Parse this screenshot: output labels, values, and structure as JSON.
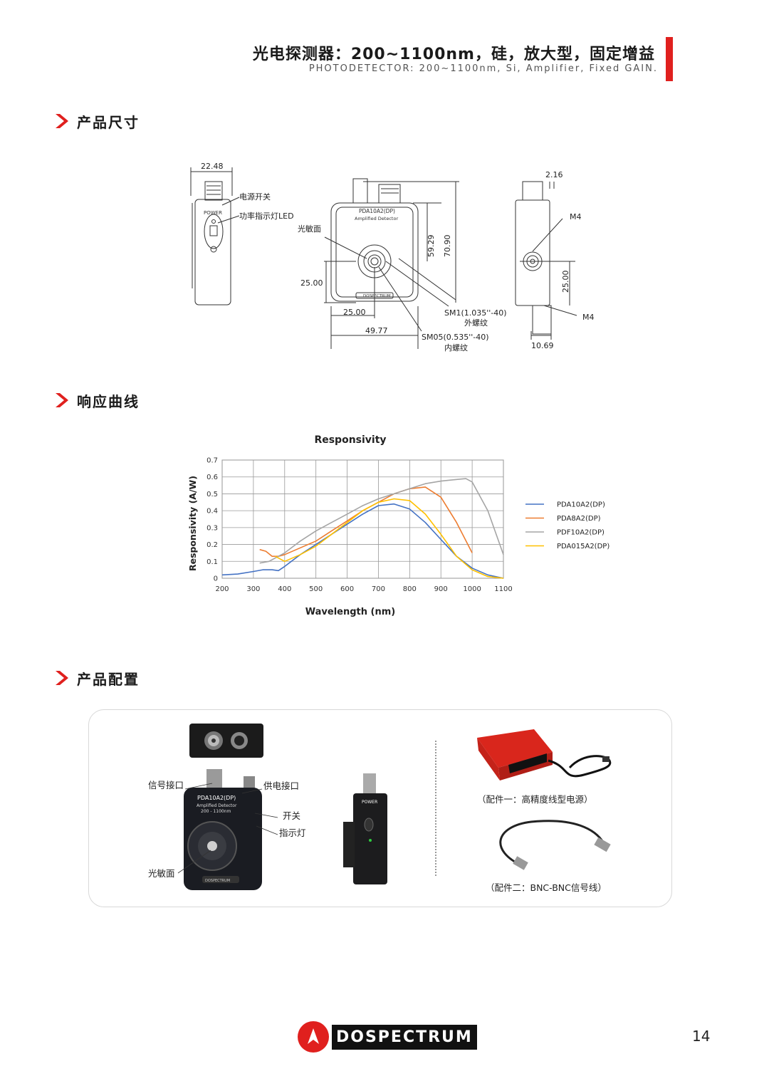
{
  "header": {
    "title_cn": "光电探测器：200~1100nm，硅，放大型，固定增益",
    "subtitle_en": "PHOTODETECTOR: 200~1100nm, Si, Amplifier, Fixed GAIN.",
    "accent_color": "#e0201e"
  },
  "sections": {
    "dimensions": "产品尺寸",
    "response": "响应曲线",
    "config": "产品配置"
  },
  "drawing": {
    "dim_width_side": "22.48",
    "label_power_switch": "电源开关",
    "label_led": "功率指示灯LED",
    "label_power_text": "POWER",
    "label_sensor": "光敏面",
    "front_model": "PDA10A2(DP)",
    "front_subtitle": "Amplified Detector",
    "front_brand": "DOSPECTRUM",
    "dim_59": "59.29",
    "dim_70": "70.90",
    "dim_25_v": "25.00",
    "dim_25_h": "25.00",
    "dim_49": "49.77",
    "thread_sm1": "SM1(1.035''-40)",
    "thread_sm1_type": "外螺纹",
    "thread_sm05": "SM05(0.535''-40)",
    "thread_sm05_type": "内螺纹",
    "dim_216": "2.16",
    "label_m4_top": "M4",
    "label_m4_bottom": "M4",
    "dim_25_right": "25.00",
    "dim_1069": "10.69"
  },
  "chart_data": {
    "type": "line",
    "title": "Responsivity",
    "xlabel": "Wavelength (nm)",
    "ylabel": "Responsivity (A/W)",
    "xlim": [
      200,
      1100
    ],
    "ylim": [
      0,
      0.7
    ],
    "x_ticks": [
      "200",
      "300",
      "400",
      "500",
      "600",
      "700",
      "800",
      "900",
      "1000",
      "1100"
    ],
    "y_ticks": [
      "0",
      "0.1",
      "0.2",
      "0.3",
      "0.4",
      "0.5",
      "0.6",
      "0.7"
    ],
    "grid": true,
    "legend_position": "right",
    "series": [
      {
        "name": "PDA10A2(DP)",
        "color": "#4472c4",
        "x": [
          200,
          250,
          300,
          330,
          360,
          380,
          400,
          450,
          500,
          550,
          600,
          650,
          700,
          750,
          800,
          850,
          900,
          950,
          1000,
          1050,
          1100
        ],
        "y": [
          0.02,
          0.025,
          0.04,
          0.05,
          0.05,
          0.045,
          0.07,
          0.14,
          0.2,
          0.26,
          0.32,
          0.38,
          0.43,
          0.44,
          0.41,
          0.33,
          0.23,
          0.13,
          0.06,
          0.02,
          0.0
        ]
      },
      {
        "name": "PDA8A2(DP)",
        "color": "#ed7d31",
        "x": [
          320,
          340,
          360,
          380,
          400,
          450,
          500,
          550,
          600,
          650,
          700,
          750,
          800,
          850,
          900,
          950,
          1000
        ],
        "y": [
          0.17,
          0.16,
          0.13,
          0.13,
          0.14,
          0.18,
          0.22,
          0.28,
          0.34,
          0.4,
          0.45,
          0.5,
          0.53,
          0.54,
          0.48,
          0.33,
          0.15
        ]
      },
      {
        "name": "PDF10A2(DP)",
        "color": "#a5a5a5",
        "x": [
          320,
          350,
          400,
          450,
          500,
          550,
          600,
          650,
          700,
          750,
          800,
          850,
          900,
          950,
          980,
          1000,
          1050,
          1100
        ],
        "y": [
          0.09,
          0.1,
          0.15,
          0.22,
          0.28,
          0.33,
          0.38,
          0.43,
          0.47,
          0.5,
          0.53,
          0.56,
          0.575,
          0.585,
          0.59,
          0.57,
          0.4,
          0.14
        ]
      },
      {
        "name": "PDA015A2(DP)",
        "color": "#ffc000",
        "x": [
          370,
          400,
          450,
          500,
          550,
          600,
          650,
          700,
          750,
          800,
          850,
          900,
          950,
          1000,
          1050,
          1100
        ],
        "y": [
          0.13,
          0.1,
          0.14,
          0.19,
          0.26,
          0.33,
          0.4,
          0.45,
          0.47,
          0.46,
          0.38,
          0.26,
          0.13,
          0.05,
          0.01,
          0.0
        ]
      }
    ]
  },
  "config": {
    "label_signal": "信号接口",
    "label_supply": "供电接口",
    "label_switch": "开关",
    "label_indicator": "指示灯",
    "label_sensor": "光敏面",
    "device_model": "PDA10A2(DP)",
    "device_subtitle": "Amplified Detector",
    "device_range": "200 - 1100nm",
    "device_brand": "DOSPECTRUM",
    "side_power": "POWER",
    "accessory1": "（配件一：高精度线型电源）",
    "accessory2": "（配件二：BNC-BNC信号线）"
  },
  "footer": {
    "brand": "DOSPECTRUM",
    "page_number": "14"
  }
}
